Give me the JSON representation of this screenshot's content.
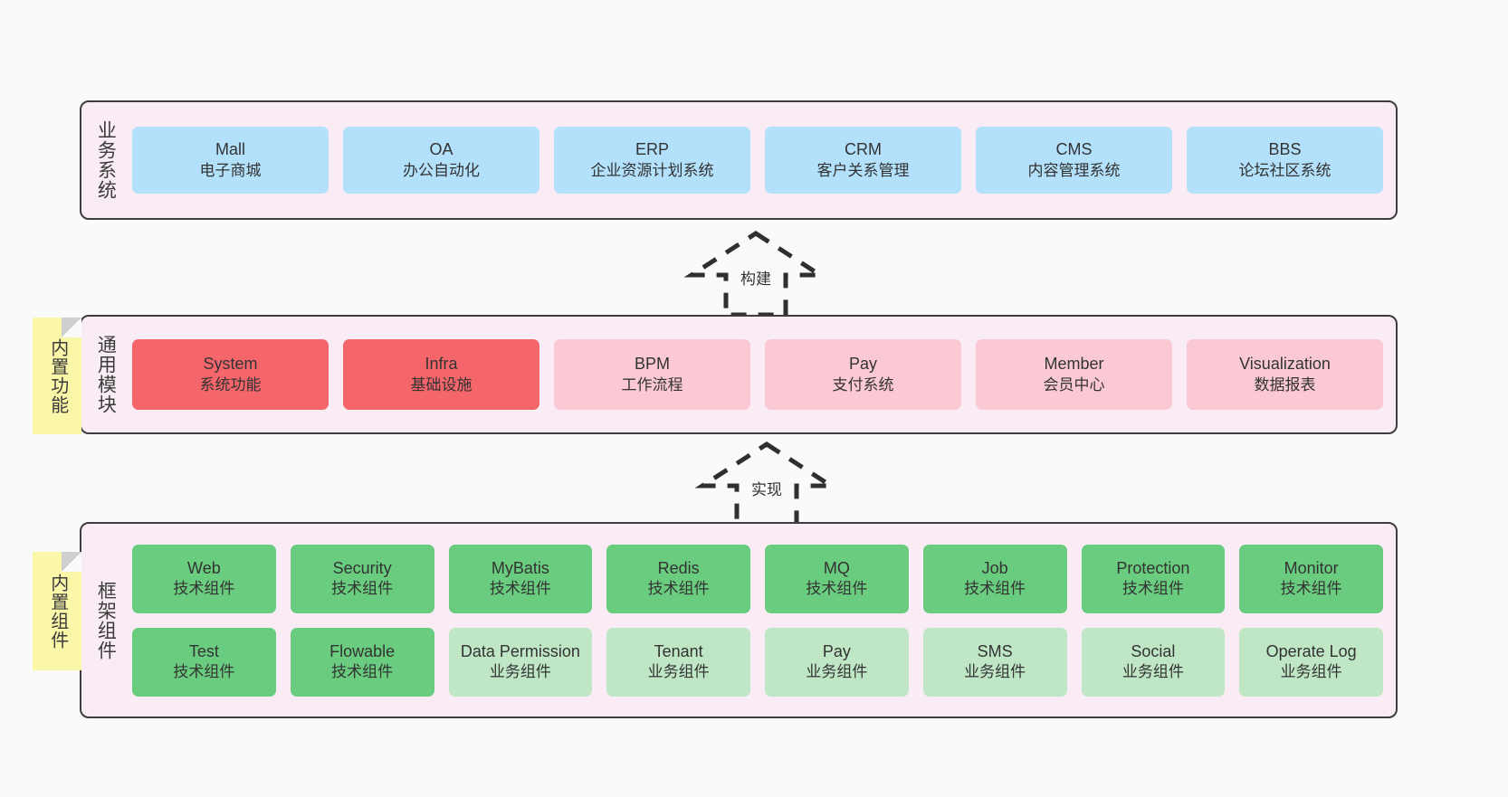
{
  "diagram": {
    "background": "#fafafa",
    "layers": [
      {
        "key": "business",
        "title": "业务系统",
        "cards": [
          {
            "name": "Mall",
            "sub": "电子商城"
          },
          {
            "name": "OA",
            "sub": "办公自动化"
          },
          {
            "name": "ERP",
            "sub": "企业资源计划系统"
          },
          {
            "name": "CRM",
            "sub": "客户关系管理"
          },
          {
            "name": "CMS",
            "sub": "内容管理系统"
          },
          {
            "name": "BBS",
            "sub": "论坛社区系统"
          }
        ]
      },
      {
        "key": "common",
        "title": "通用模块",
        "cards": [
          {
            "name": "System",
            "sub": "系统功能"
          },
          {
            "name": "Infra",
            "sub": "基础设施"
          },
          {
            "name": "BPM",
            "sub": "工作流程"
          },
          {
            "name": "Pay",
            "sub": "支付系统"
          },
          {
            "name": "Member",
            "sub": "会员中心"
          },
          {
            "name": "Visualization",
            "sub": "数据报表"
          }
        ]
      },
      {
        "key": "framework",
        "title": "框架组件",
        "row1": [
          {
            "name": "Web",
            "sub": "技术组件"
          },
          {
            "name": "Security",
            "sub": "技术组件"
          },
          {
            "name": "MyBatis",
            "sub": "技术组件"
          },
          {
            "name": "Redis",
            "sub": "技术组件"
          },
          {
            "name": "MQ",
            "sub": "技术组件"
          },
          {
            "name": "Job",
            "sub": "技术组件"
          },
          {
            "name": "Protection",
            "sub": "技术组件"
          },
          {
            "name": "Monitor",
            "sub": "技术组件"
          }
        ],
        "row2": [
          {
            "name": "Test",
            "sub": "技术组件"
          },
          {
            "name": "Flowable",
            "sub": "技术组件"
          },
          {
            "name": "Data Permission",
            "sub": "业务组件"
          },
          {
            "name": "Tenant",
            "sub": "业务组件"
          },
          {
            "name": "Pay",
            "sub": "业务组件"
          },
          {
            "name": "SMS",
            "sub": "业务组件"
          },
          {
            "name": "Social",
            "sub": "业务组件"
          },
          {
            "name": "Operate Log",
            "sub": "业务组件"
          }
        ]
      }
    ],
    "notes": [
      {
        "key": "builtin-func",
        "text": "内置功能"
      },
      {
        "key": "builtin-comp",
        "text": "内置组件"
      }
    ],
    "arrows": [
      {
        "key": "build",
        "label": "构建"
      },
      {
        "key": "implement",
        "label": "实现"
      }
    ],
    "colors": {
      "blue": "#b3e0fb",
      "red": "#f4666a",
      "pink": "#fbc9d3",
      "green": "#69cc7e",
      "light_green": "#bfe7c6",
      "layer_bg": "#f9ecf5",
      "note_bg": "#fbf7a8",
      "border": "#3d3d3d"
    }
  }
}
